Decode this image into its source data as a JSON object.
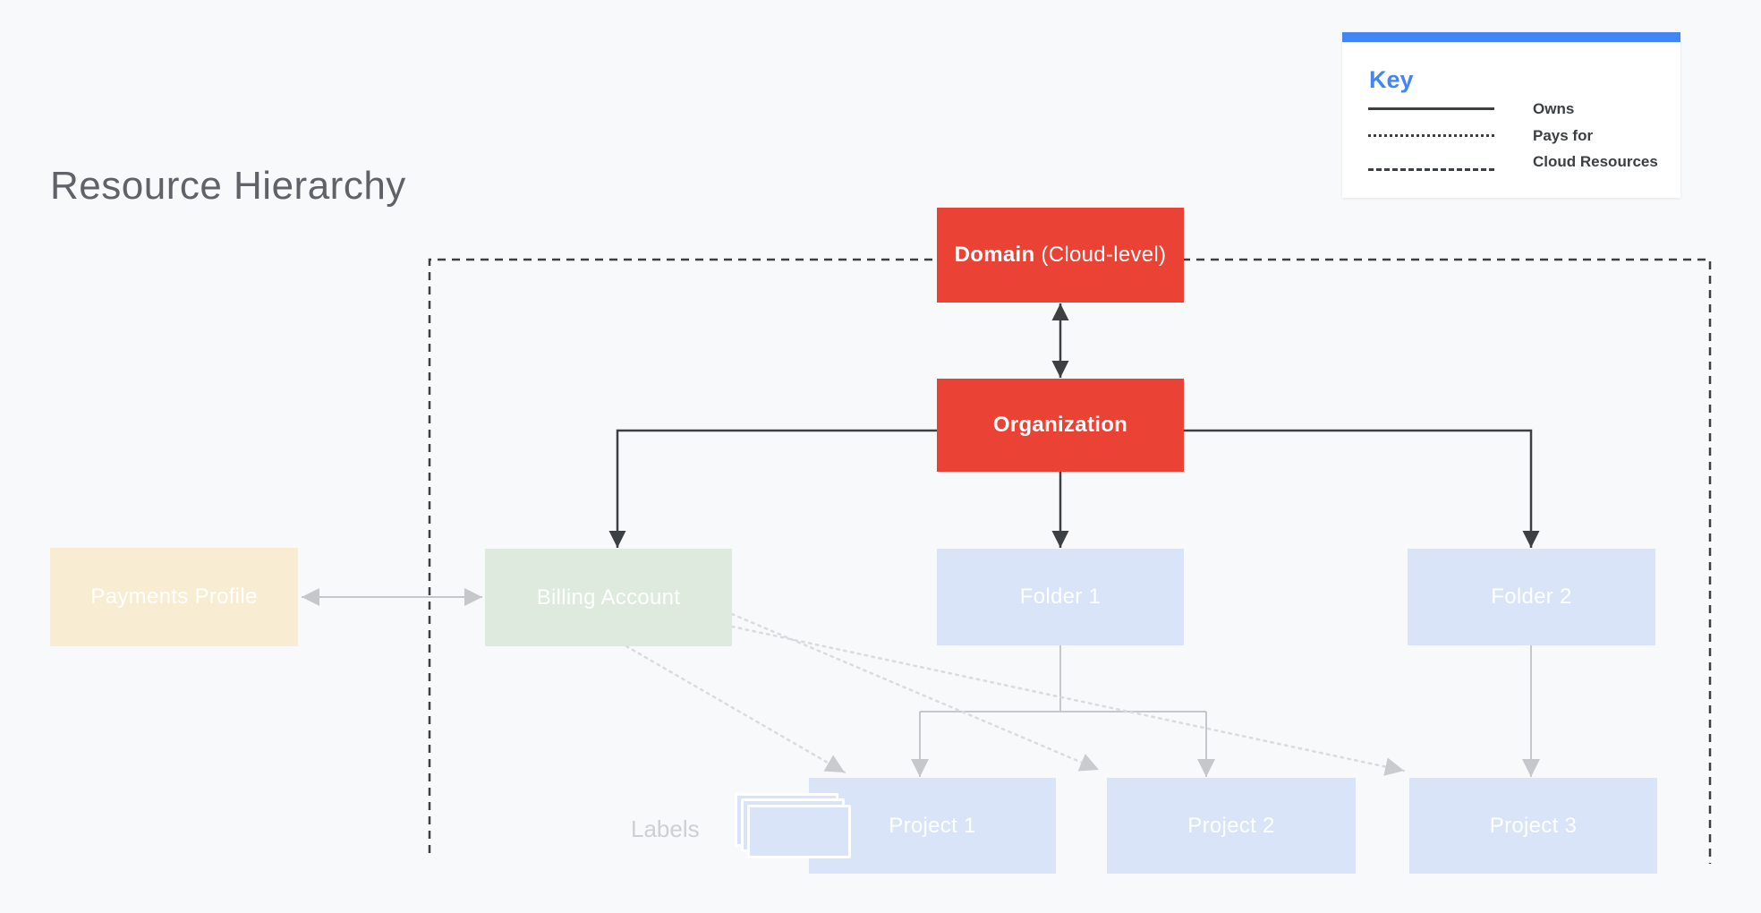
{
  "title": "Resource Hierarchy",
  "key": {
    "heading": "Key",
    "items": [
      {
        "style": "solid",
        "label": "Owns"
      },
      {
        "style": "dotted",
        "label": "Pays for"
      },
      {
        "style": "dashed",
        "label": "Cloud Resources"
      }
    ]
  },
  "nodes": {
    "domain": {
      "label_bold": "Domain",
      "label_rest": " (Cloud-level)"
    },
    "organization": {
      "label": "Organization"
    },
    "payments_profile": {
      "label": "Payments Profile"
    },
    "billing_account": {
      "label": "Billing Account"
    },
    "folder1": {
      "label": "Folder 1"
    },
    "folder2": {
      "label": "Folder 2"
    },
    "project1": {
      "label": "Project 1"
    },
    "project2": {
      "label": "Project 2"
    },
    "project3": {
      "label": "Project 3"
    }
  },
  "labels_caption": "Labels",
  "colors": {
    "background": "#F7F9FA",
    "node_red": "#EA4335",
    "node_blue": "#D9E4F9",
    "node_green": "#DDEADD",
    "node_cream": "#F8EDD2",
    "accent_blue": "#4285F4",
    "line_dark": "#3C4043",
    "line_gray": "#C5C8CB",
    "line_dotted": "#D9DBDE",
    "title_gray": "#5F6368"
  }
}
